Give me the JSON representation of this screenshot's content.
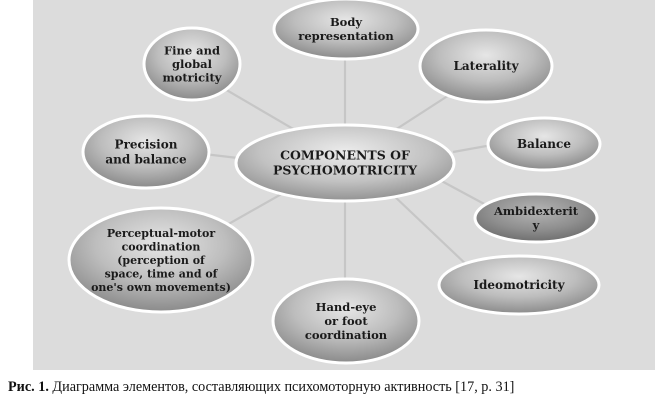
{
  "diagram": {
    "center": "COMPONENTS OF PSYCHOMOTRICITY",
    "nodes": [
      {
        "id": "body-representation",
        "label": "Body representation"
      },
      {
        "id": "laterality",
        "label": "Laterality"
      },
      {
        "id": "balance",
        "label": "Balance"
      },
      {
        "id": "ambidexterity",
        "label": "Ambidexterit y"
      },
      {
        "id": "ideomotricity",
        "label": "Ideomotricity"
      },
      {
        "id": "hand-eye-foot",
        "label": "Hand-eye or foot coordination"
      },
      {
        "id": "perceptual-motor",
        "label": "Perceptual-motor coordination (perception of space, time and of one's own movements)"
      },
      {
        "id": "precision-balance",
        "label": "Precision and balance"
      },
      {
        "id": "fine-global-motricity",
        "label": "Fine and global motricity"
      }
    ]
  },
  "caption": {
    "prefix": "Рис. 1.",
    "text": " Диаграмма элементов, составляющих психомоторную активность [17, p. 31]"
  },
  "colors": {
    "panel": "#dcdcdc",
    "bubble_fill": "#9c9c9c",
    "bubble_highlight": "#e6e6e6",
    "bubble_stroke": "#ffffff",
    "connector": "#c4c4c4",
    "text": "#1a1a1a"
  }
}
